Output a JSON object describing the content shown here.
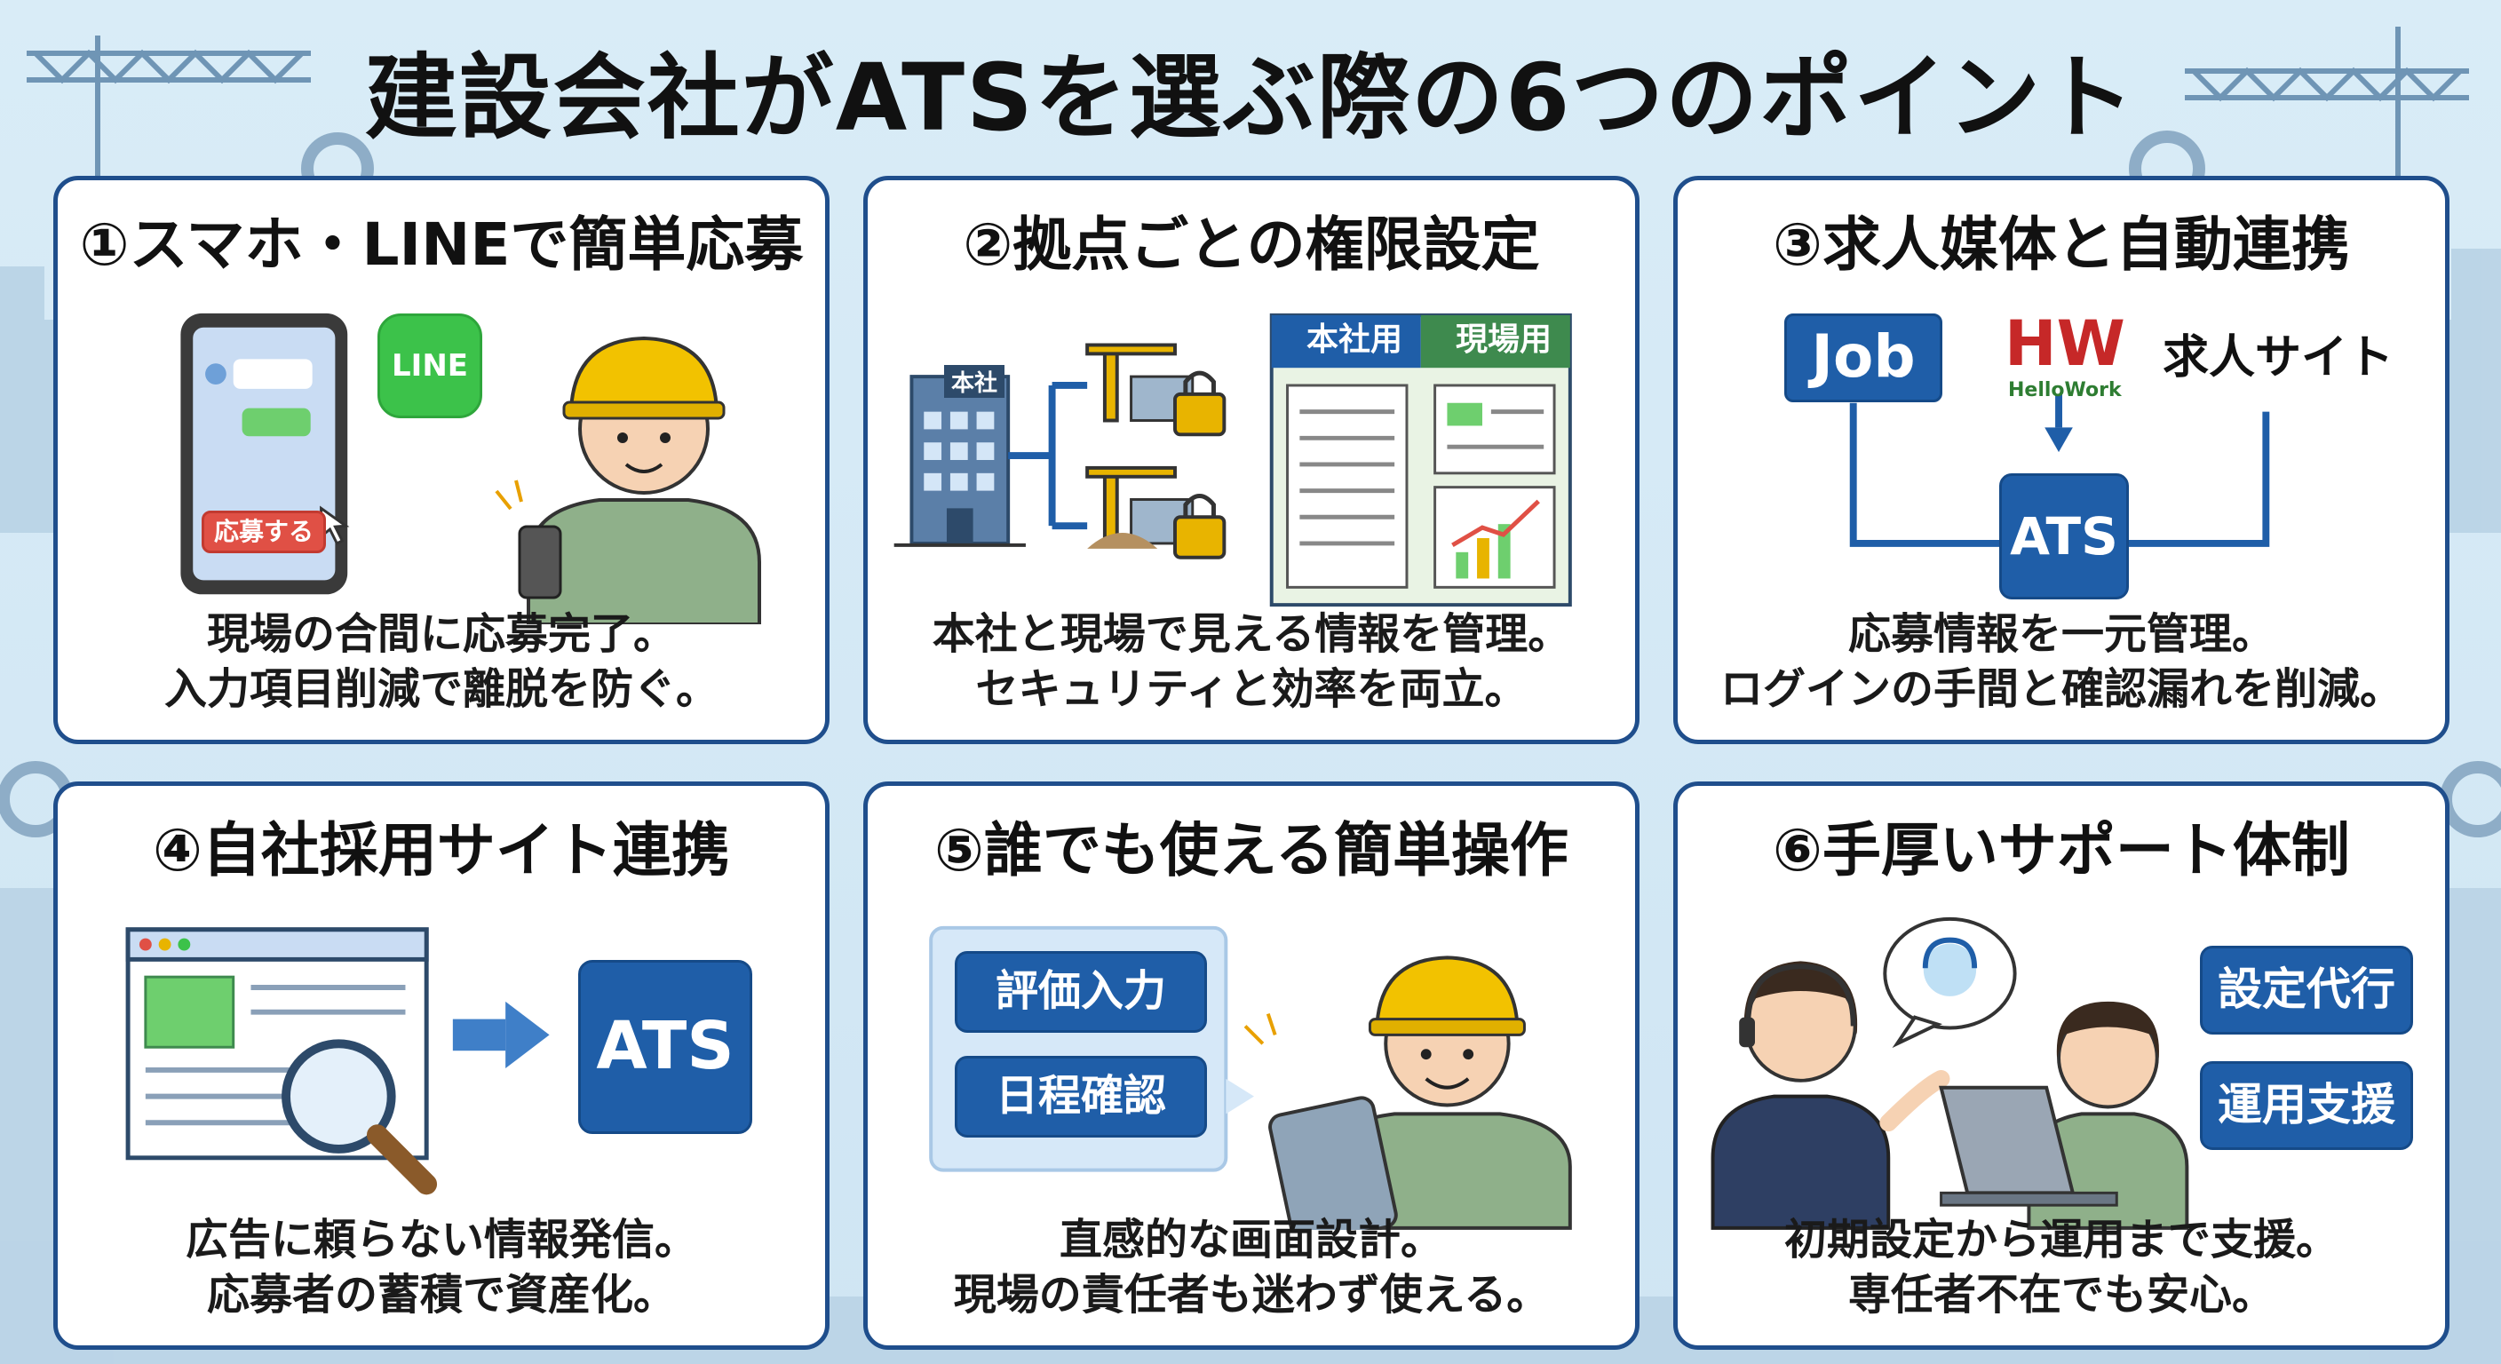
{
  "title": "建設会社がATSを選ぶ際の6つのポイント",
  "colors": {
    "navy": "#1f4e8c",
    "blue": "#1f5ea8",
    "line_green": "#3cc24a",
    "helmet": "#f2c200",
    "uniform": "#8fb08a",
    "red_button": "#e05045"
  },
  "cards": [
    {
      "title": "①スマホ・LINEで簡単応募",
      "desc1": "現場の合間に応募完了。",
      "desc2": "入力項目削減で離脱を防ぐ。",
      "phone_button": "応募する",
      "line_logo": "LINE",
      "icons": [
        "smartphone-icon",
        "line-logo-icon",
        "worker-helmet-icon"
      ]
    },
    {
      "title": "②拠点ごとの権限設定",
      "desc1": "本社と現場で見える情報を管理。",
      "desc2": "セキュリティと効率を両立。",
      "hq_label": "本社",
      "tab_hq": "本社用",
      "tab_site": "現場用",
      "icons": [
        "building-icon",
        "crane-icon",
        "lock-icon",
        "document-icon",
        "chart-icon"
      ]
    },
    {
      "title": "③求人媒体と自動連携",
      "desc1": "応募情報を一元管理。",
      "desc2": "ログインの手間と確認漏れを削減。",
      "job_logo": "Job",
      "hw_logo": "HW",
      "hw_sub": "HelloWork",
      "job_site": "求人サイト",
      "ats": "ATS",
      "icons": [
        "arrow-icon"
      ]
    },
    {
      "title": "④自社採用サイト連携",
      "desc1": "広告に頼らない情報発信。",
      "desc2": "応募者の蓄積で資産化。",
      "ats": "ATS",
      "icons": [
        "browser-window-icon",
        "magnifier-icon",
        "arrow-right-icon"
      ]
    },
    {
      "title": "⑤誰でも使える簡単操作",
      "desc1": "直感的な画面設計。",
      "desc2": "現場の責任者も迷わず使える。",
      "btn1": "評価入力",
      "btn2": "日程確認",
      "icons": [
        "tablet-icon",
        "worker-helmet-icon"
      ]
    },
    {
      "title": "⑥手厚いサポート体制",
      "desc1": "初期設定から運用まで支援。",
      "desc2": "専任者不在でも安心。",
      "btn1": "設定代行",
      "btn2": "運用支援",
      "icons": [
        "headset-operator-icon",
        "laptop-icon",
        "speech-bubble-icon"
      ]
    }
  ]
}
